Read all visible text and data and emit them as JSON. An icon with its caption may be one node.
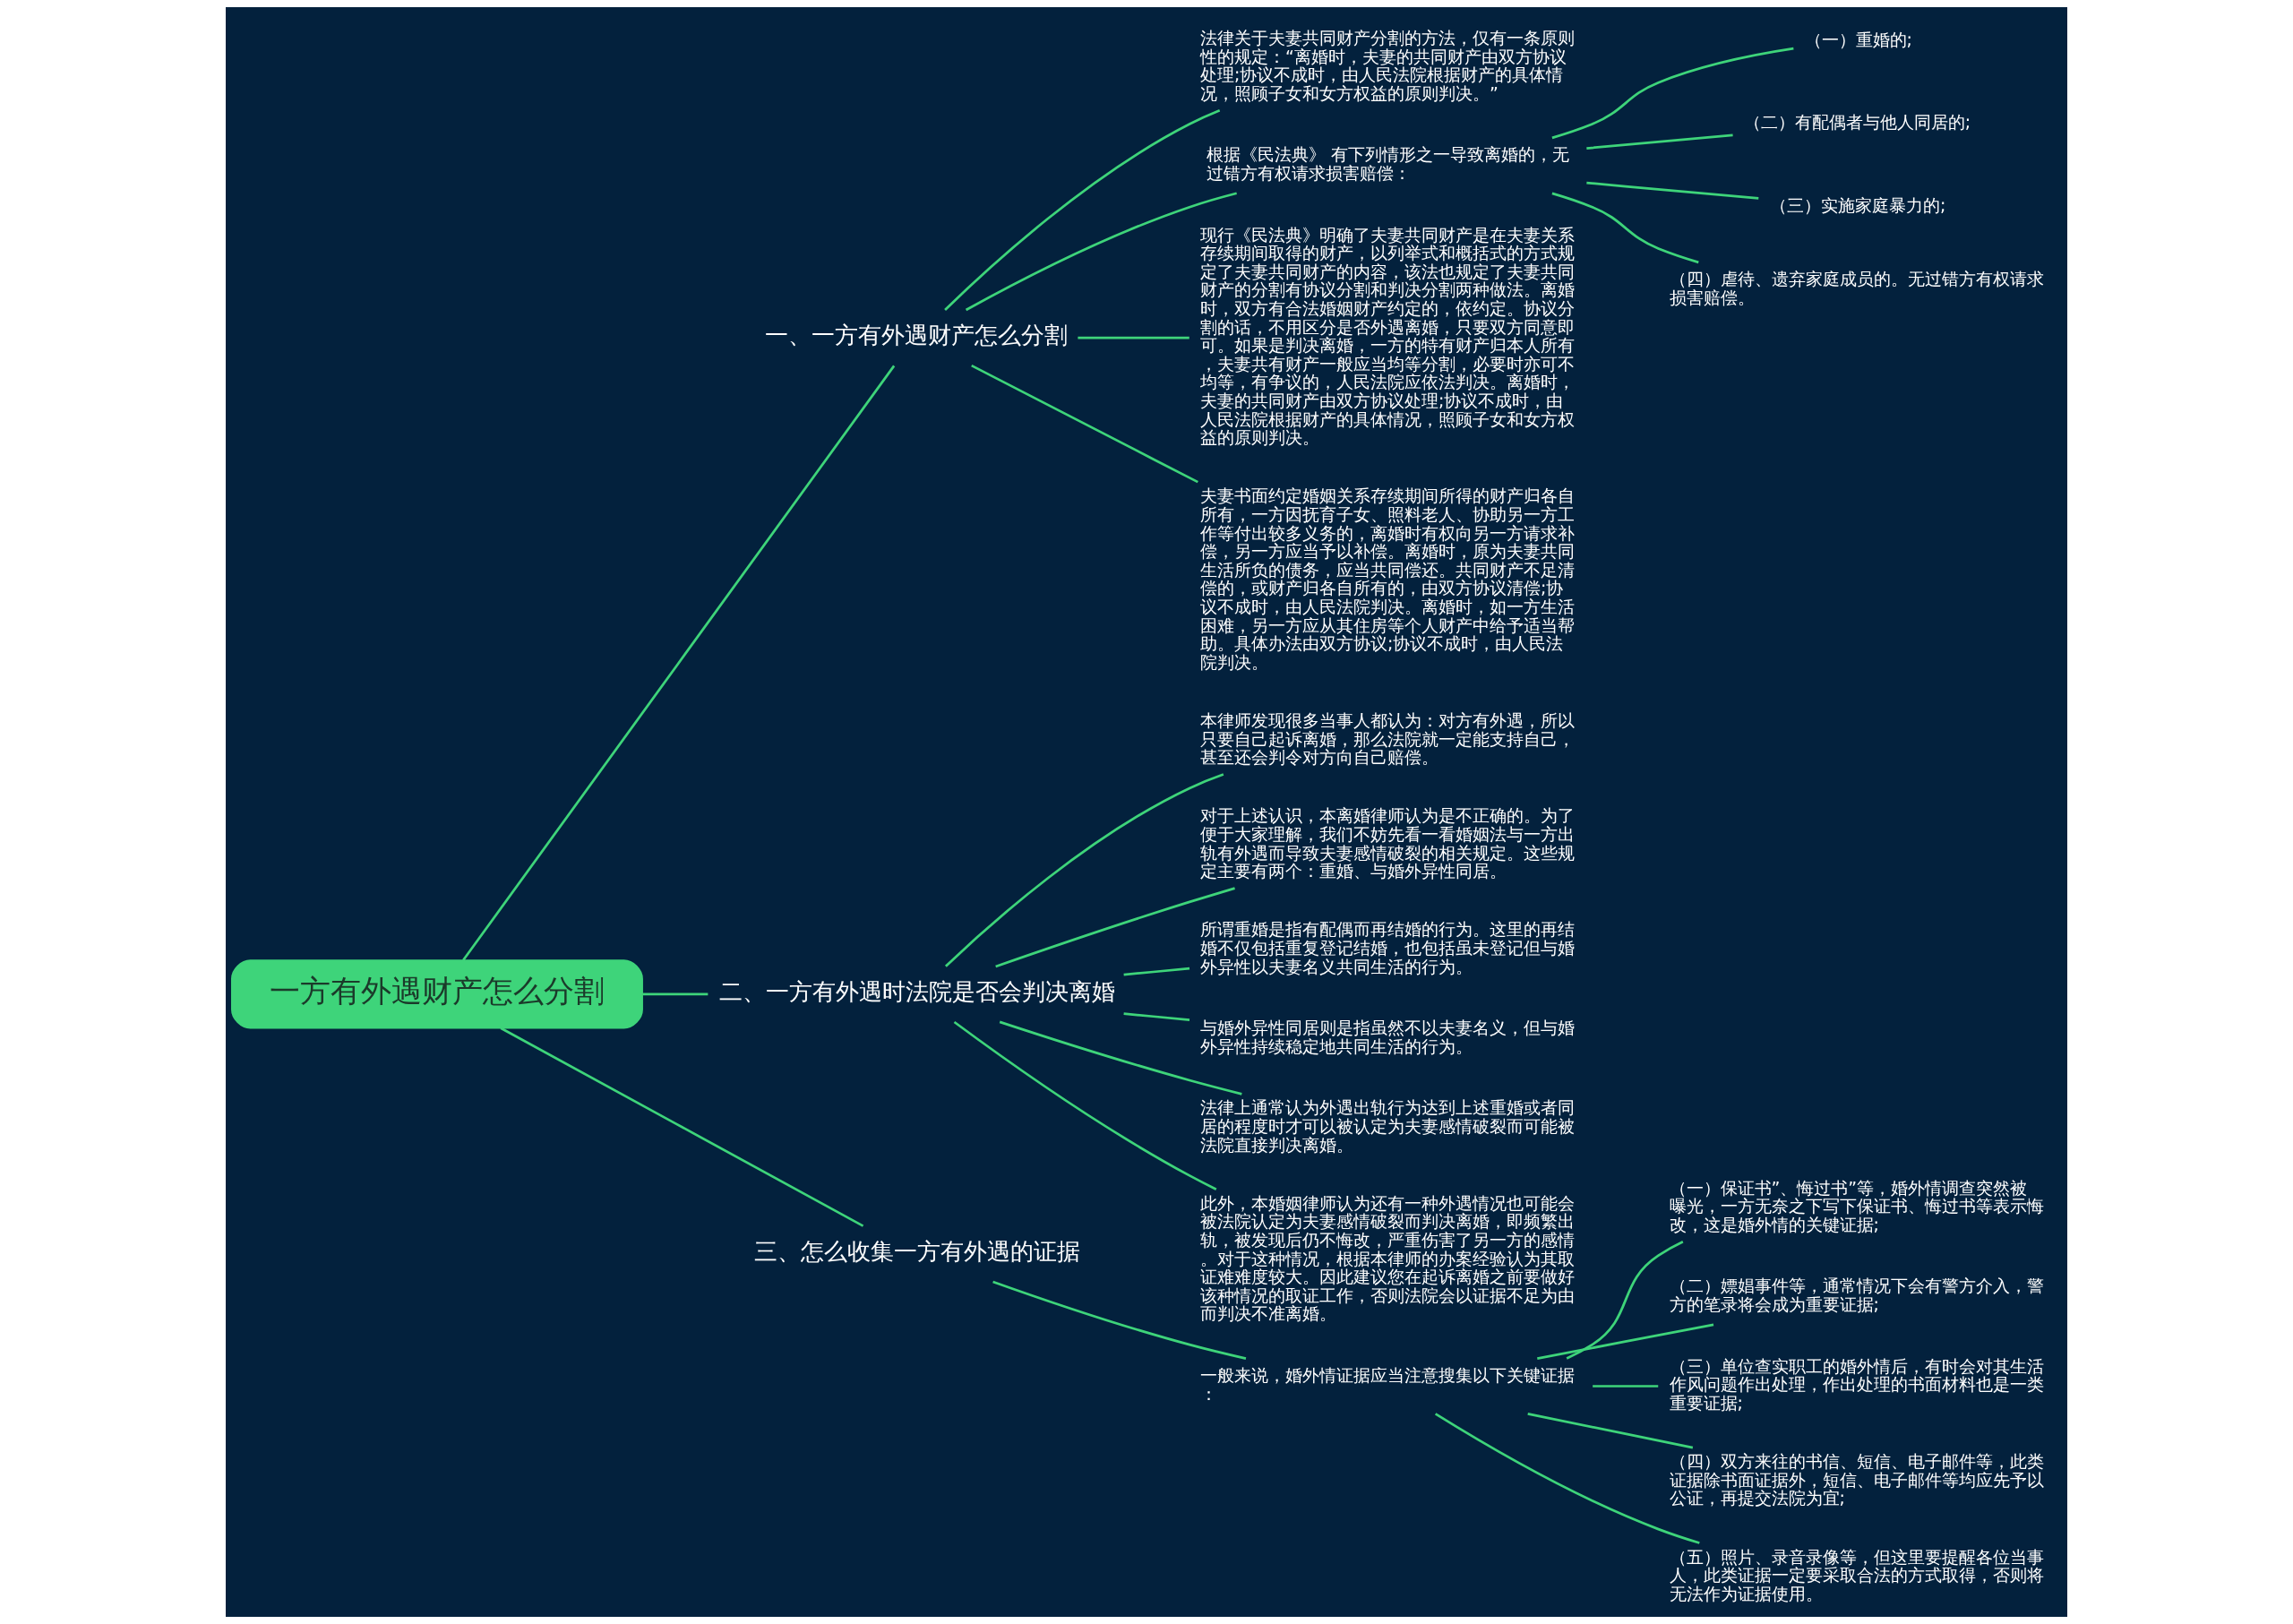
{
  "diagram": {
    "nodes": [
      {
        "text": [
          "一方有外遇财产怎么分割"
        ]
      },
      {
        "text": [
          "一、一方有外遇财产怎么分割"
        ]
      },
      {
        "text": [
          "法律关于夫妻共同财产分割的方法，仅有一条原则性的规定：“离婚时，夫妻的共同财产由双方协议处理;协议不成时，由人民法院根据财产的具体情况，照顾子女和女方权益的原则判决。”"
        ]
      },
      {
        "text": [
          "根据《民法典》 有下列情形之一导致离婚的，无过错方有权请求损害赔偿："
        ]
      },
      {
        "text": [
          "（一）重婚的;"
        ]
      },
      {
        "text": [
          "（二）有配偶者与他人同居的;"
        ]
      },
      {
        "text": [
          "（三）实施家庭暴力的;"
        ]
      },
      {
        "text": [
          "（四）虐待、遗弃家庭成员的。无过错方有权请求损害赔偿。"
        ]
      },
      {
        "text": [
          "现行《民法典》明确了夫妻共同财产是在夫妻关系存续期间取得的财产，以列举式和概括式的方式规定了夫妻共同财产的内容，该法也规定了夫妻共同财产的分割有协议分割和判决分割两种做法。离婚时，双方有合法婚姻财产约定的，依约定。协议分割的话，不用区分是否外遇离婚，只要双方同意即可。如果是判决离婚，一方的特有财产归本人所有，夫妻共有财产一般应当均等分割，必要时亦可不均等，有争议的，人民法院应依法判决。离婚时，夫妻的共同财产由双方协议处理;协议不成时，由人民法院根据财产的具体情况，照顾子女和女方权益的原则判决。"
        ]
      },
      {
        "text": [
          "夫妻书面约定婚姻关系存续期间所得的财产归各自所有，一方因抚育子女、照料老人、协助另一方工作等付出较多义务的，离婚时有权向另一方请求补偿，另一方应当予以补偿。离婚时，原为夫妻共同生活所负的债务，应当共同偿还。共同财产不足清偿的，或财产归各自所有的，由双方协议清偿;协议不成时，由人民法院判决。离婚时，如一方生活困难，另一方应从其住房等个人财产中给予适当帮助。具体办法由双方协议;协议不成时，由人民法院判决。"
        ]
      },
      {
        "text": [
          "二、一方有外遇时法院是否会判决离婚"
        ]
      },
      {
        "text": [
          "本律师发现很多当事人都认为：对方有外遇，所以只要自己起诉离婚，那么法院就一定能支持自己，甚至还会判令对方向自己赔偿。"
        ]
      },
      {
        "text": [
          "对于上述认识，本离婚律师认为是不正确的。为了便于大家理解，我们不妨先看一看婚姻法与一方出轨有外遇而导致夫妻感情破裂的相关规定。这些规定主要有两个：重婚、与婚外异性同居。"
        ]
      },
      {
        "text": [
          "所谓重婚是指有配偶而再结婚的行为。这里的再结婚不仅包括重复登记结婚，也包括虽未登记但与婚外异性以夫妻名义共同生活的行为。"
        ]
      },
      {
        "text": [
          "与婚外异性同居则是指虽然不以夫妻名义，但与婚外异性持续稳定地共同生活的行为。"
        ]
      },
      {
        "text": [
          "法律上通常认为外遇出轨行为达到上述重婚或者同居的程度时才可以被认定为夫妻感情破裂而可能被法院直接判决离婚。"
        ]
      },
      {
        "text": [
          "此外，本婚姻律师认为还有一种外遇情况也可能会被法院认定为夫妻感情破裂而判决离婚，即频繁出轨，被发现后仍不悔改，严重伤害了另一方的感情。对于这种情况，根据本律师的办案经验认为其取证难难度较大。因此建议您在起诉离婚之前要做好该种情况的取证工作，否则法院会以证据不足为由而判决不准离婚。"
        ]
      },
      {
        "text": [
          "三、怎么收集一方有外遇的证据"
        ]
      },
      {
        "text": [
          "一般来说，婚外情证据应当注意搜集以下关键证据："
        ]
      },
      {
        "text": [
          "（一）保证书”、悔过书”等，婚外情调查突然被曝光，一方无奈之下写下保证书、悔过书等表示悔改，这是婚外情的关键证据;"
        ]
      },
      {
        "text": [
          "（二）嫖娼事件等，通常情况下会有警方介入，警方的笔录将会成为重要证据;"
        ]
      },
      {
        "text": [
          "（三）单位查实职工的婚外情后，有时会对其生活作风问题作出处理，作出处理的书面材料也是一类重要证据;"
        ]
      },
      {
        "text": [
          "（四）双方来往的书信、短信、电子邮件等，此类证据除书面证据外，短信、电子邮件等均应先予以公证，再提交法院为宜;"
        ]
      },
      {
        "text": [
          "（五）照片、录音录像等，但这里要提醒各位当事人，此类证据一定要采取合法的方式取得，否则将无法作为证据使用。"
        ]
      }
    ],
    "edges": [
      {
        "from": 0,
        "to": 1,
        "arrow": "none"
      },
      {
        "from": 1,
        "to": 2,
        "arrow": "none"
      },
      {
        "from": 1,
        "to": 3,
        "arrow": "none"
      },
      {
        "from": 3,
        "to": 4,
        "arrow": "none"
      },
      {
        "from": 3,
        "to": 5,
        "arrow": "none"
      },
      {
        "from": 3,
        "to": 6,
        "arrow": "none"
      },
      {
        "from": 3,
        "to": 7,
        "arrow": "none"
      },
      {
        "from": 1,
        "to": 8,
        "arrow": "none"
      },
      {
        "from": 1,
        "to": 9,
        "arrow": "none"
      },
      {
        "from": 0,
        "to": 10,
        "arrow": "none"
      },
      {
        "from": 10,
        "to": 11,
        "arrow": "none"
      },
      {
        "from": 10,
        "to": 12,
        "arrow": "none"
      },
      {
        "from": 10,
        "to": 13,
        "arrow": "none"
      },
      {
        "from": 10,
        "to": 14,
        "arrow": "none"
      },
      {
        "from": 10,
        "to": 15,
        "arrow": "none"
      },
      {
        "from": 10,
        "to": 16,
        "arrow": "none"
      },
      {
        "from": 0,
        "to": 17,
        "arrow": "none"
      },
      {
        "from": 17,
        "to": 18,
        "arrow": "none"
      },
      {
        "from": 18,
        "to": 19,
        "arrow": "none"
      },
      {
        "from": 18,
        "to": 20,
        "arrow": "none"
      },
      {
        "from": 18,
        "to": 21,
        "arrow": "none"
      },
      {
        "from": 18,
        "to": 22,
        "arrow": "none"
      },
      {
        "from": 18,
        "to": 23,
        "arrow": "none"
      }
    ]
  }
}
